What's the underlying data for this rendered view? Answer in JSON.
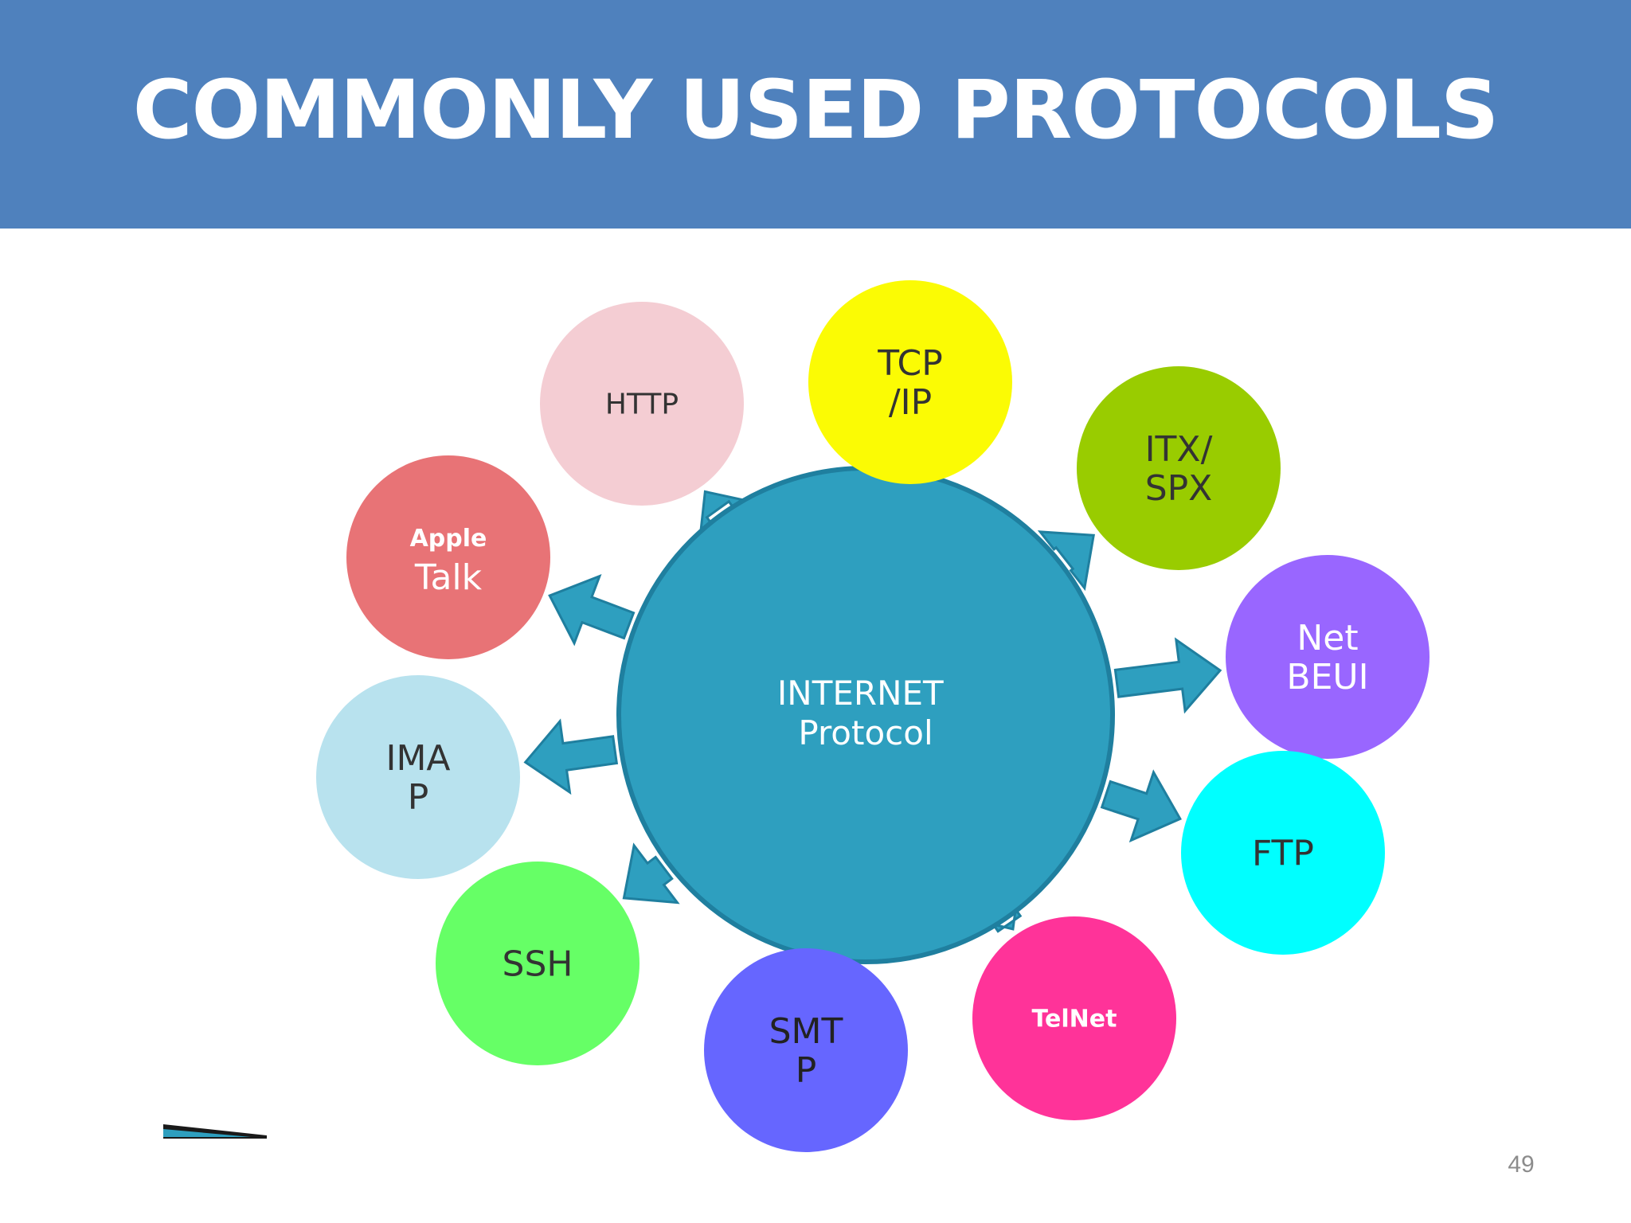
{
  "slide": {
    "title": "COMMONLY USED PROTOCOLS",
    "page_number": "49"
  },
  "center": {
    "lines": [
      "INTERNET",
      "Protocol"
    ],
    "color": "#2e9fbf"
  },
  "arrow_color": "#2e9fbf",
  "protocols": [
    {
      "id": "http",
      "lines": [
        "HTTP"
      ],
      "color": "#f4cdd3",
      "text_color": "#333333"
    },
    {
      "id": "tcp-ip",
      "lines": [
        "TCP",
        "/IP"
      ],
      "color": "#fbfb04",
      "text_color": "#333333"
    },
    {
      "id": "itx-spx",
      "lines": [
        "ITX/",
        "SPX"
      ],
      "color": "#99cc00",
      "text_color": "#333333"
    },
    {
      "id": "netbeui",
      "lines": [
        "Net",
        "BEUI"
      ],
      "color": "#9966ff",
      "text_color": "#ffffff"
    },
    {
      "id": "ftp",
      "lines": [
        "FTP"
      ],
      "color": "#00ffff",
      "text_color": "#333333"
    },
    {
      "id": "telnet",
      "lines": [
        "TelNet"
      ],
      "color": "#ff3399",
      "text_color": "#ffffff"
    },
    {
      "id": "smtp",
      "lines": [
        "SMT",
        "P"
      ],
      "color": "#6666ff",
      "text_color": "#222222"
    },
    {
      "id": "ssh",
      "lines": [
        "SSH"
      ],
      "color": "#66ff66",
      "text_color": "#333333"
    },
    {
      "id": "imap",
      "lines": [
        "IMA",
        "P"
      ],
      "color": "#b8e2ee",
      "text_color": "#333333"
    },
    {
      "id": "appletalk",
      "lines": [
        "Apple",
        "Talk"
      ],
      "color": "#e87376",
      "text_color": "#ffffff"
    }
  ]
}
